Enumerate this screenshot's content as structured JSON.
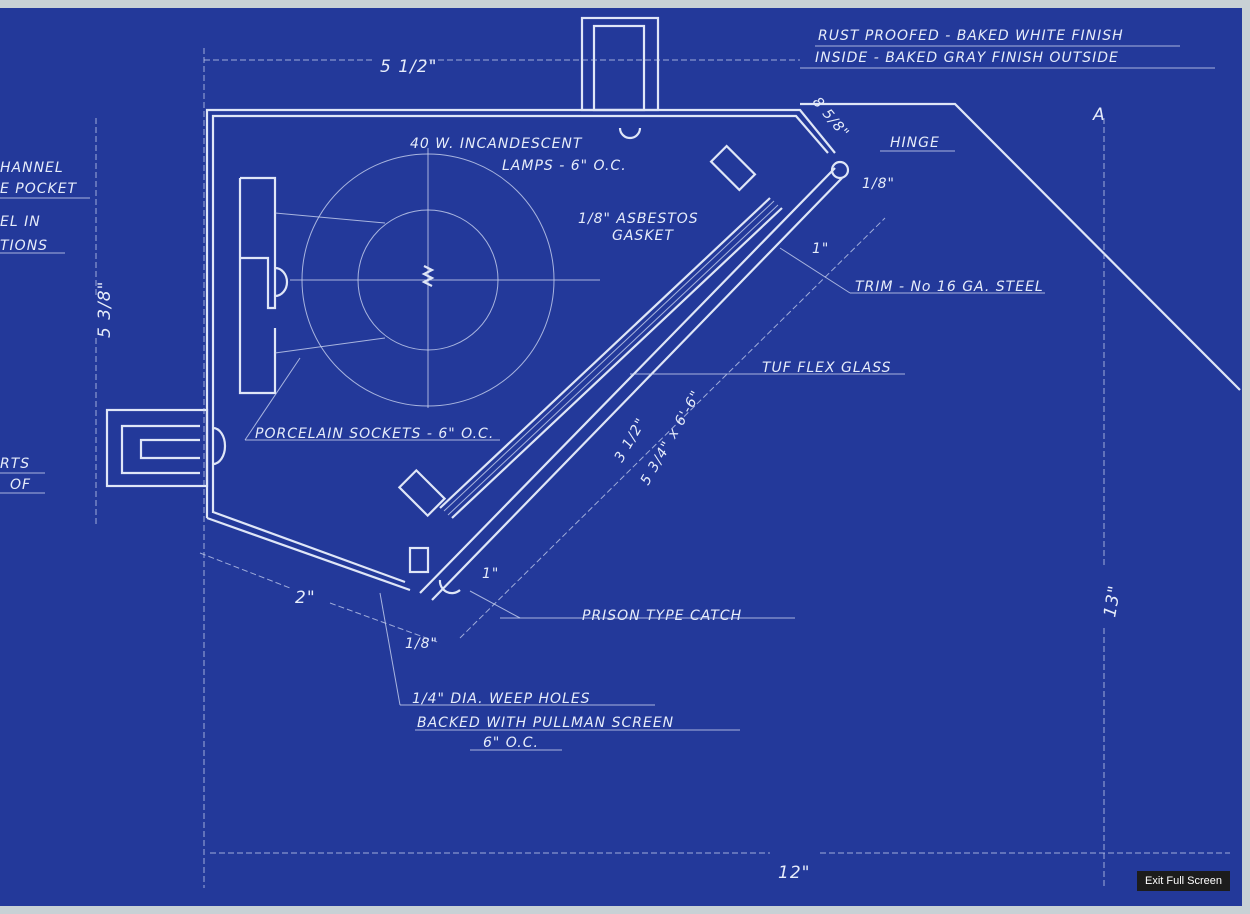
{
  "viewer": {
    "exit_button_label": "Exit Full Screen"
  },
  "blueprint": {
    "notes": {
      "finish_line1": "RUST PROOFED - BAKED WHITE FINISH",
      "finish_line2": "INSIDE - BAKED GRAY FINISH OUTSIDE",
      "lamps_line1": "40 W. INCANDESCENT",
      "lamps_line2": "LAMPS - 6\" O.C.",
      "gasket_line1": "1/8\" ASBESTOS",
      "gasket_line2": "GASKET",
      "hinge": "HINGE",
      "trim": "TRIM - No 16 GA. STEEL",
      "glass": "TUF FLEX GLASS",
      "sockets": "PORCELAIN SOCKETS - 6\" O.C.",
      "catch": "PRISON TYPE CATCH",
      "weep_line1": "1/4\" DIA. WEEP HOLES",
      "weep_line2": "BACKED WITH PULLMAN SCREEN",
      "weep_line3": "6\" O.C.",
      "left_line1": "HANNEL",
      "left_line2": "E POCKET",
      "left_line3": "EL IN",
      "left_line4": "TIONS",
      "left_line5": "RTS",
      "left_line6": "OF",
      "section_mark": "A"
    },
    "dimensions": {
      "top_width": "5 1/2\"",
      "left_height": "5 3/8\"",
      "glass_length": "3 1/2\"",
      "glass_size": "5 3/4\" x 6'-6\"",
      "bottom_diag": "2\"",
      "trim_1": "1\"",
      "trim_2": "1\"",
      "eighth_1": "1/8\"",
      "eighth_2": "1/8\"",
      "hinge_offset": "8 5/8\"",
      "right_height": "13\"",
      "bottom_width": "12\""
    }
  }
}
